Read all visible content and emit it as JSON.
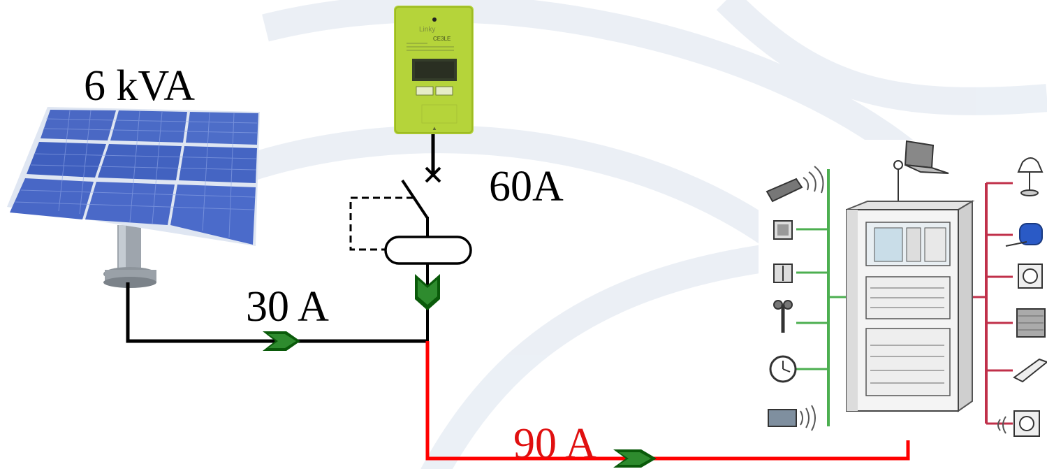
{
  "labels": {
    "solar_power": "6 kVA",
    "breaker_rating": "60A",
    "solar_current": "30 A",
    "load_current": "90 A"
  },
  "meter": {
    "brand": "Linky",
    "model": "CE3LE"
  },
  "colors": {
    "background_swirl": "#d4deea",
    "panel_cell": "#4a68c4",
    "meter_body": "#b5d43a",
    "wire_supply": "#000000",
    "wire_load": "#ff0000",
    "bus_left": "#4caf50",
    "bus_right": "#c0304a",
    "arrow": "#2e8b2e",
    "arrow_edge": "#0a5a0a",
    "label_red": "#e01010"
  }
}
